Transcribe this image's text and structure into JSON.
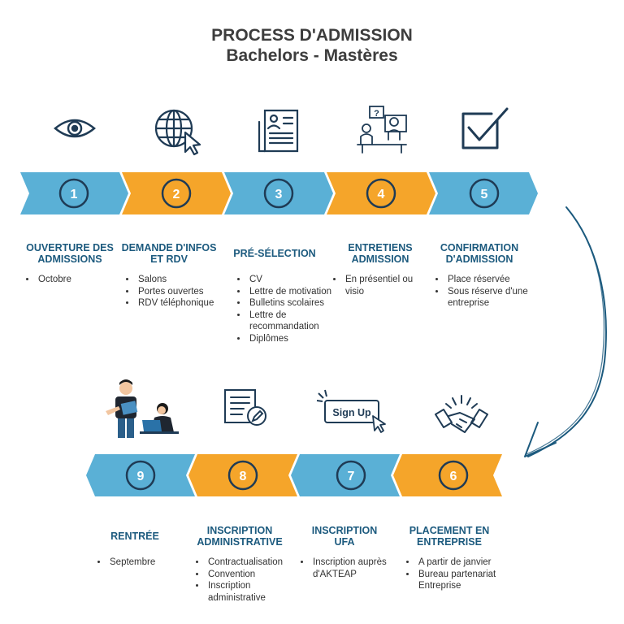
{
  "title": "PROCESS D'ADMISSION",
  "subtitle": "Bachelors - Mastères",
  "colors": {
    "blue": "#5ab0d6",
    "orange": "#f5a52a",
    "navy": "#1f3b55",
    "heading": "#1c5a7e"
  },
  "steps": [
    {
      "num": "1",
      "title": [
        "OUVERTURE DES",
        "ADMISSIONS"
      ],
      "items": [
        "Octobre"
      ],
      "icon": "eye-icon",
      "color": "blue"
    },
    {
      "num": "2",
      "title": [
        "DEMANDE D'INFOS",
        "ET RDV"
      ],
      "items": [
        "Salons",
        "Portes ouvertes",
        "RDV téléphonique"
      ],
      "icon": "globe-cursor-icon",
      "color": "orange"
    },
    {
      "num": "3",
      "title": [
        "PRÉ-SÉLECTION"
      ],
      "items": [
        "CV",
        "Lettre de motivation",
        "Bulletins scolaires",
        "Lettre de recommandation",
        "Diplômes"
      ],
      "icon": "resume-icon",
      "color": "blue"
    },
    {
      "num": "4",
      "title": [
        "ENTRETIENS",
        "ADMISSION"
      ],
      "items": [
        "En présentiel ou visio"
      ],
      "icon": "interview-icon",
      "color": "orange"
    },
    {
      "num": "5",
      "title": [
        "CONFIRMATION",
        "D'ADMISSION"
      ],
      "items": [
        "Place réservée",
        "Sous réserve d'une entreprise"
      ],
      "icon": "checkbox-icon",
      "color": "blue"
    },
    {
      "num": "6",
      "title": [
        "PLACEMENT EN",
        "ENTREPRISE"
      ],
      "items": [
        "A partir de janvier",
        "Bureau partenariat Entreprise"
      ],
      "icon": "handshake-icon",
      "color": "orange"
    },
    {
      "num": "7",
      "title": [
        "INSCRIPTION",
        "UFA"
      ],
      "items": [
        "Inscription auprès d'AKTEAP"
      ],
      "icon": "signup-icon",
      "color": "blue"
    },
    {
      "num": "8",
      "title": [
        "INSCRIPTION",
        "ADMINISTRATIVE"
      ],
      "items": [
        "Contractualisation",
        "Convention",
        "Inscription administrative"
      ],
      "icon": "document-pen-icon",
      "color": "orange"
    },
    {
      "num": "9",
      "title": [
        "RENTRÉE"
      ],
      "items": [
        "Septembre"
      ],
      "icon": "people-laptop-icon",
      "color": "blue"
    }
  ],
  "signup_label": "Sign Up",
  "interview_label": "?"
}
